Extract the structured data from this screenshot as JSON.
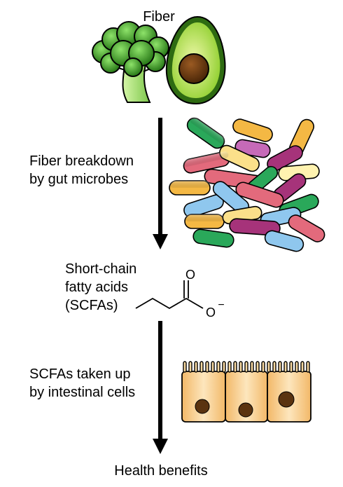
{
  "diagram": {
    "fiber_label": "Fiber",
    "breakdown_label": [
      "Fiber breakdown",
      "by gut microbes"
    ],
    "scfa_label": [
      "Short-chain",
      "fatty acids",
      "(SCFAs)"
    ],
    "molecule": {
      "oxygen_top": "O",
      "oxygen_side": "O",
      "charge": "−"
    },
    "uptake_label": [
      "SCFAs taken up",
      "by intestinal cells"
    ],
    "benefits_label": "Health benefits",
    "colors": {
      "broccoli_dark": "#1f6f10",
      "broccoli_light": "#7ed957",
      "avocado_skin": "#2e6b12",
      "avocado_flesh": "#b8e04a",
      "avocado_pit": "#6b3a12",
      "cell_fill": "#f6c982",
      "nucleus": "#5a3310",
      "arrow": "#000000"
    },
    "microbe_colors": [
      "#2aa85a",
      "#f4b844",
      "#a6337a",
      "#e36a7c",
      "#8fc7ee",
      "#fbe08a",
      "#fff3b0"
    ]
  }
}
